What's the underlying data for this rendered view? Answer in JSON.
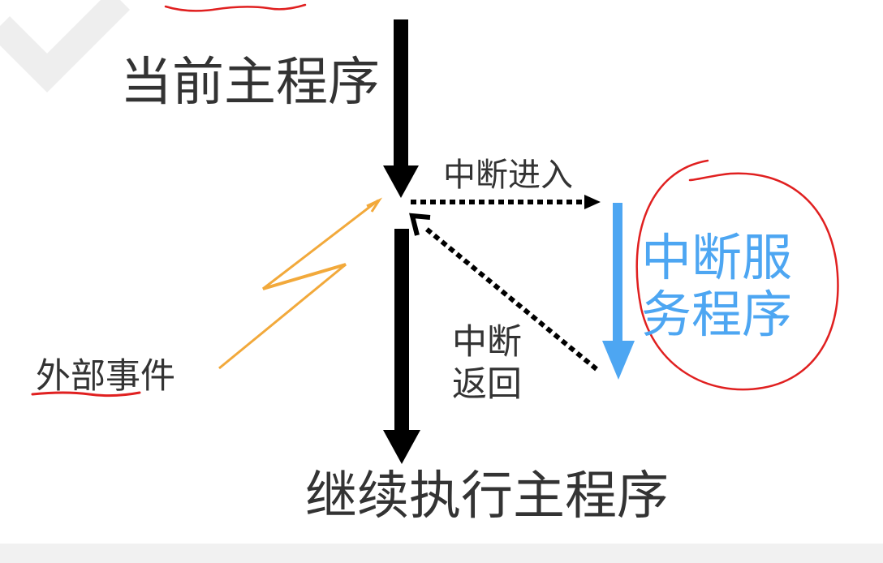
{
  "diagram": {
    "labels": {
      "main_program": "当前主程序",
      "interrupt_enter": "中断进入",
      "isr": "中断服务程序",
      "interrupt_return": "中断返回",
      "external_event": "外部事件",
      "continue_main": "继续执行主程序"
    },
    "colors": {
      "main_arrow": "#000000",
      "dotted_arrow": "#000000",
      "isr_arrow": "#4da6f2",
      "isr_text": "#4da6f2",
      "event_bolt": "#f2a93b",
      "annotation": "#e02020",
      "text": "#333333",
      "watermark": "#f1f1f1"
    },
    "icons": {
      "event_bolt": "lightning-bolt-icon",
      "watermark": "chevron-watermark-icon"
    }
  }
}
